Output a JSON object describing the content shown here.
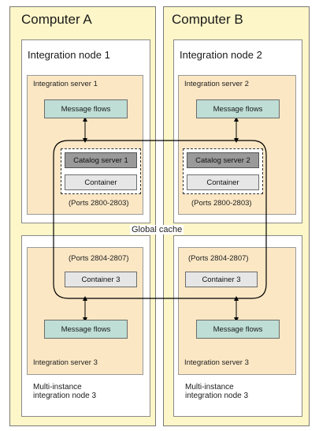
{
  "computers": [
    {
      "title": "Computer A"
    },
    {
      "title": "Computer B"
    }
  ],
  "nodes": [
    {
      "title": "Integration node 1",
      "server_title": "Integration server 1",
      "message_flows": "Message flows",
      "catalog": "Catalog server 1",
      "container": "Container",
      "ports": "(Ports 2800-2803)"
    },
    {
      "title": "Integration node 2",
      "server_title": "Integration server 2",
      "message_flows": "Message flows",
      "catalog": "Catalog server 2",
      "container": "Container",
      "ports": "(Ports 2800-2803)"
    }
  ],
  "multi_nodes": [
    {
      "ports": "(Ports 2804-2807)",
      "container": "Container 3",
      "message_flows": "Message flows",
      "server_title": "Integration server 3",
      "line1": "Multi-instance",
      "line2": "integration node 3"
    },
    {
      "ports": "(Ports 2804-2807)",
      "container": "Container 3",
      "message_flows": "Message flows",
      "server_title": "Integration server 3",
      "line1": "Multi-instance",
      "line2": "integration node 3"
    }
  ],
  "global_cache_label": "Global cache",
  "colors": {
    "computer_bg": "#fdf6c8",
    "server_bg": "#fbe7c4",
    "message_flows_bg": "#bfded6",
    "catalog_bg": "#9a9a9a",
    "container_bg": "#e6e6e6"
  }
}
